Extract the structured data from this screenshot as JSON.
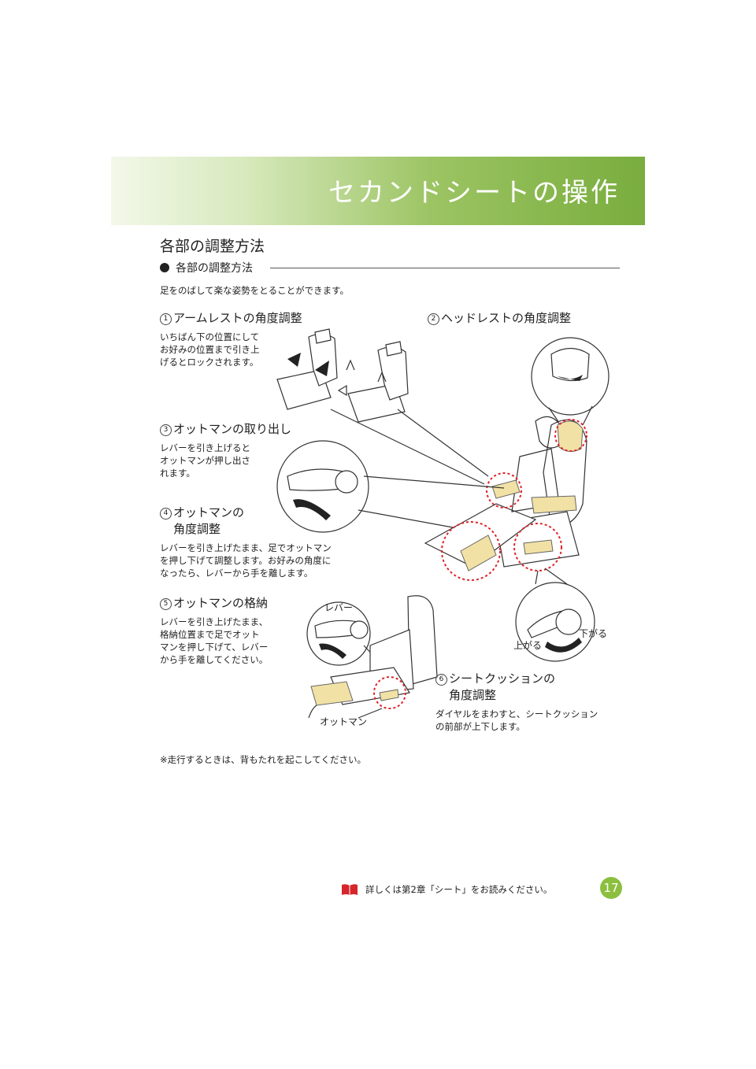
{
  "banner": {
    "title": "セカンドシートの操作"
  },
  "section": {
    "title": "各部の調整方法",
    "subhead": "各部の調整方法"
  },
  "intro": "足をのばして楽な姿勢をとることができます。",
  "items": [
    {
      "num": "1",
      "title": "アームレストの角度調整",
      "body": "いちばん下の位置にして\nお好みの位置まで引き上\nげるとロックされます。"
    },
    {
      "num": "2",
      "title": "ヘッドレストの角度調整",
      "body": ""
    },
    {
      "num": "3",
      "title": "オットマンの取り出し",
      "body": "レバーを引き上げると\nオットマンが押し出さ\nれます。"
    },
    {
      "num": "4",
      "title": "オットマンの",
      "title2": "角度調整",
      "body": "レバーを引き上げたまま、足でオットマン\nを押し下げて調整します。お好みの角度に\nなったら、レバーから手を離します。"
    },
    {
      "num": "5",
      "title": "オットマンの格納",
      "body": "レバーを引き上げたまま、\n格納位置まで足でオット\nマンを押し下げて、レバー\nから手を離してください。"
    },
    {
      "num": "6",
      "title": "シートクッションの",
      "title2": "角度調整",
      "body": "ダイヤルをまわすと、シートクッション\nの前部が上下します。"
    }
  ],
  "callouts": {
    "lever": "レバー",
    "ottoman": "オットマン",
    "up": "上がる",
    "down": "下がる"
  },
  "note": "※走行するときは、背もたれを起こしてください。",
  "footer": {
    "text": "詳しくは第2章「シート」をお読みください。",
    "page": "17"
  },
  "colors": {
    "banner_green": "#79ad3e",
    "page_badge": "#8cbf3f",
    "highlight_red": "#e0242a",
    "part_yellow": "#f1e1a5"
  }
}
